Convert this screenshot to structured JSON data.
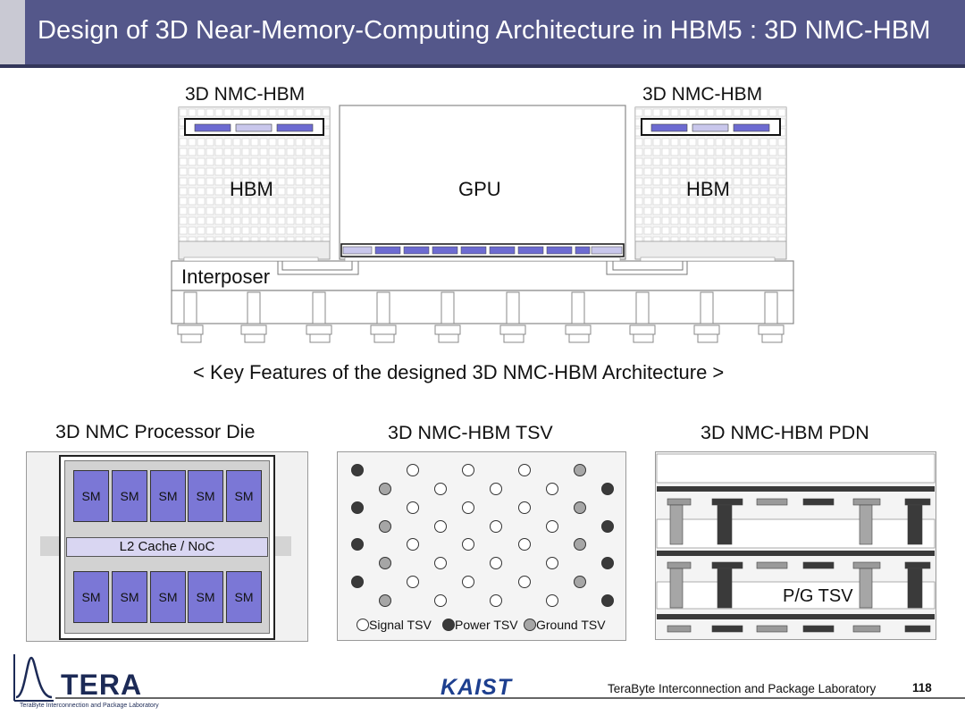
{
  "slide": {
    "title": "Design of 3D Near-Memory-Computing Architecture in HBM5 : 3D NMC-HBM",
    "page_number": "118"
  },
  "top_diagram": {
    "left_stack_label": "3D NMC-HBM",
    "right_stack_label": "3D NMC-HBM",
    "left_hbm": "HBM",
    "right_hbm": "HBM",
    "gpu": "GPU",
    "interposer": "Interposer"
  },
  "key_features_caption": "< Key Features of the designed 3D NMC-HBM Architecture >",
  "panels": {
    "processor_die": {
      "title": "3D NMC Processor Die",
      "sm_label": "SM",
      "cache_label": "L2 Cache / NoC"
    },
    "tsv": {
      "title": "3D NMC-HBM TSV",
      "legend_signal": "Signal TSV",
      "legend_power": "Power TSV",
      "legend_ground": "Ground TSV"
    },
    "pdn": {
      "title": "3D NMC-HBM PDN",
      "pg_tsv": "P/G TSV"
    }
  },
  "footer": {
    "logo_word": "TERA",
    "logo_sub": "TeraByte Interconnection and Package Laboratory",
    "university": "KAIST",
    "lab_name": "TeraByte Interconnection and Package Laboratory"
  },
  "colors": {
    "title_bar": "#54578a",
    "sm_block": "#7b77d6",
    "cache_block": "#d9d6f2",
    "power_tsv": "#3a3a3a",
    "ground_tsv": "#a6a6a6",
    "signal_tsv": "#ffffff"
  }
}
